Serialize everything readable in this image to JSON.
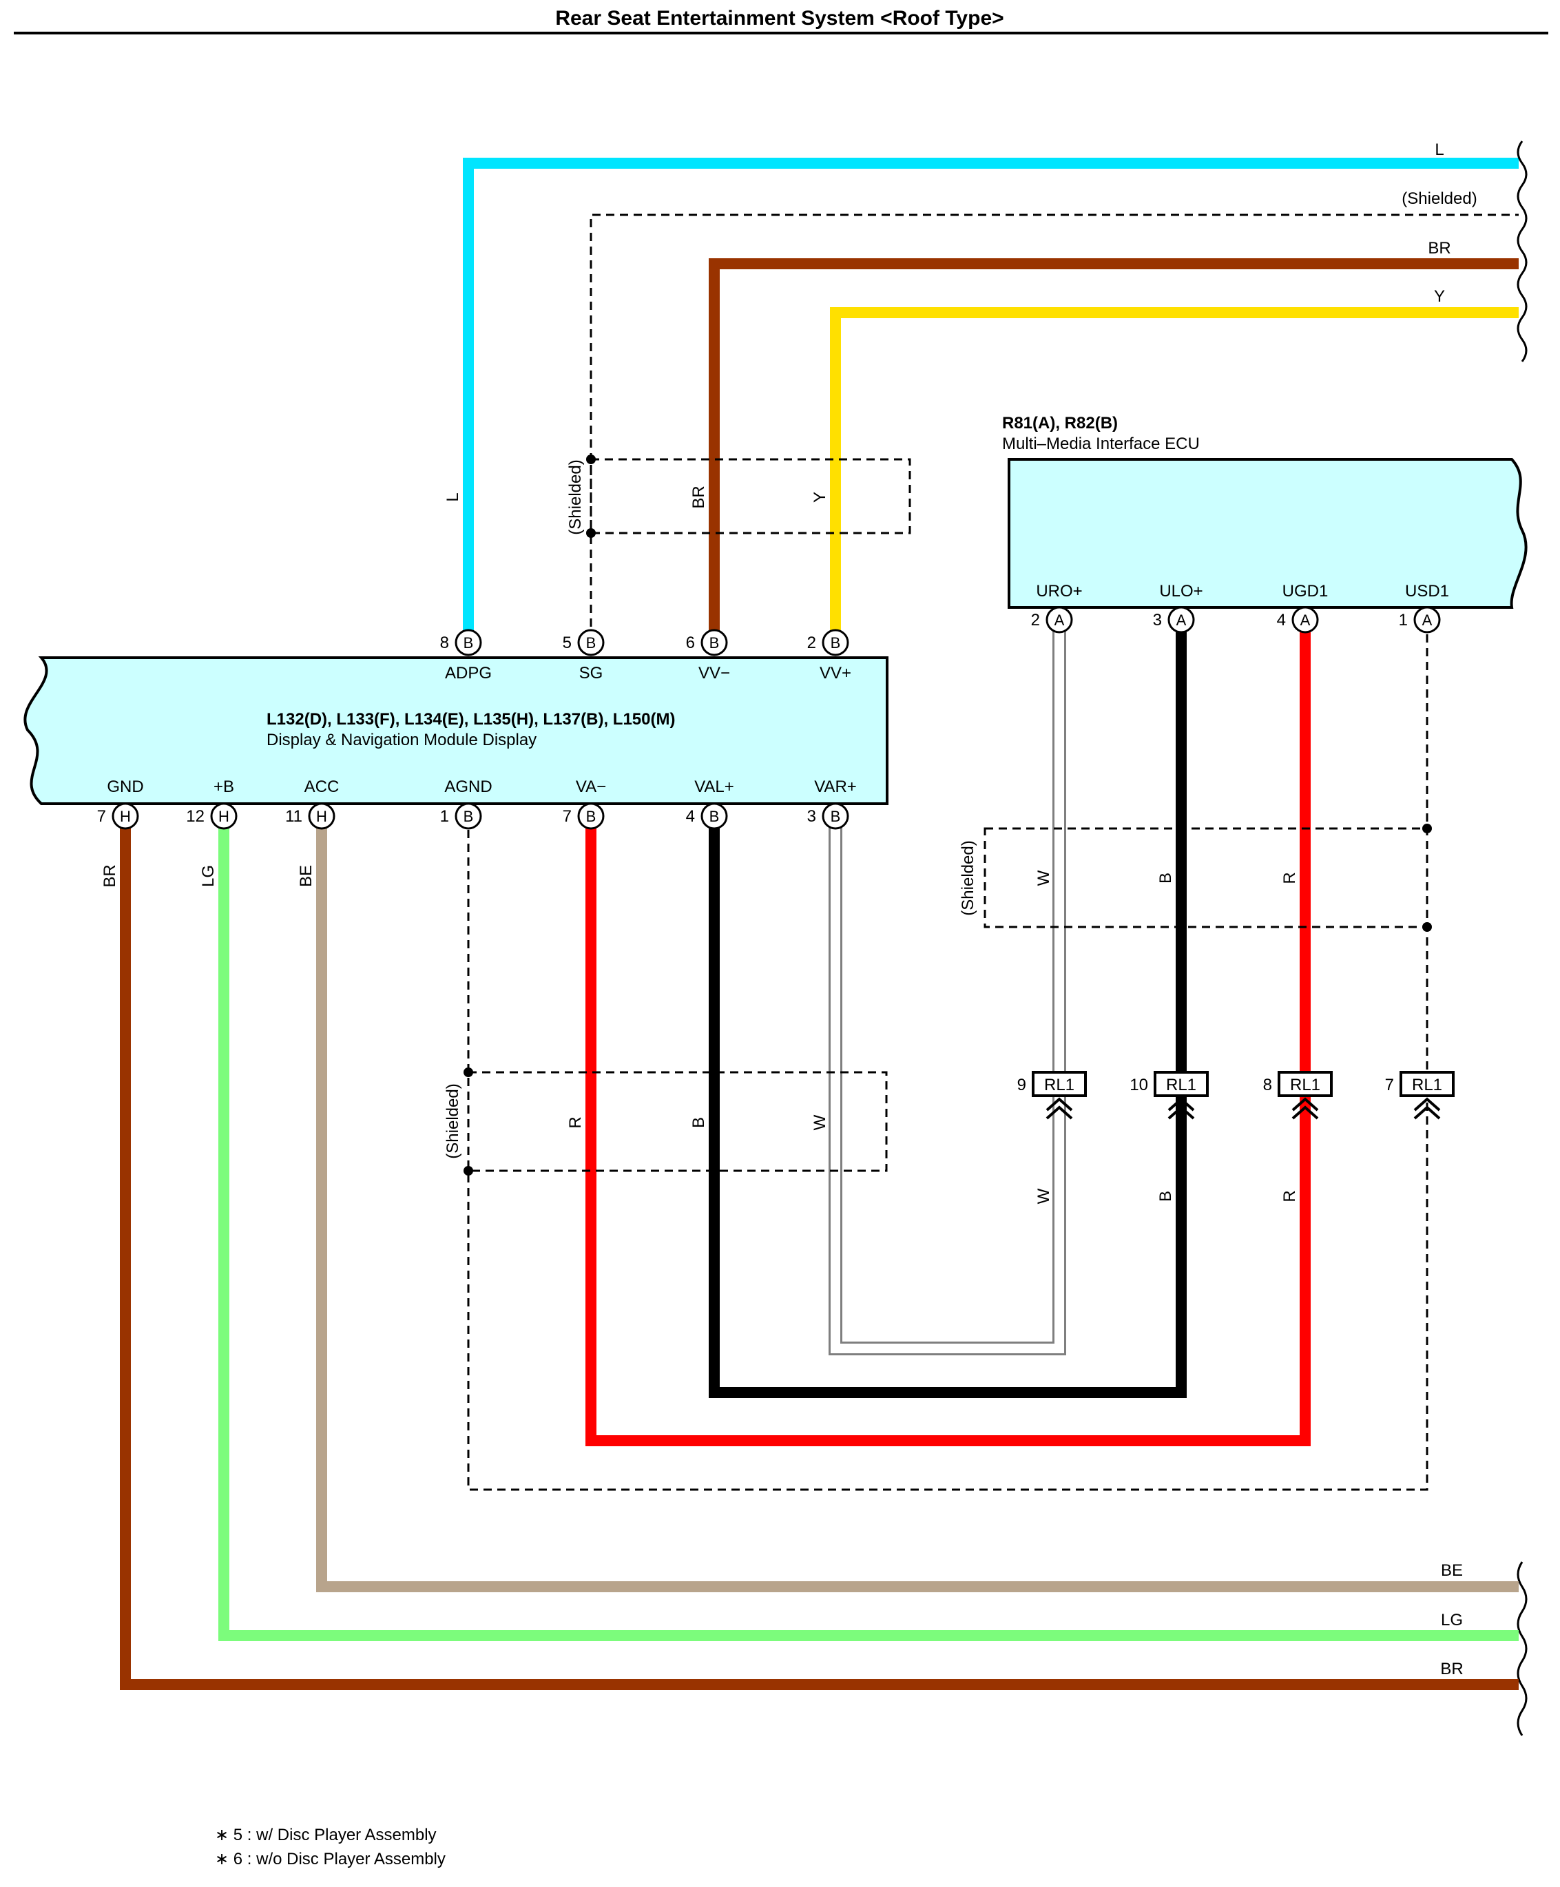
{
  "title": "Rear Seat Entertainment System <Roof Type>",
  "colors": {
    "L": "#00E5FF",
    "BR": "#993300",
    "Y": "#FFE000",
    "R": "#FF0000",
    "B": "#000000",
    "W": "#C8C8C8",
    "LG": "#7CFC7C",
    "BE": "#B8A48C",
    "module_fill": "#CCFFFF"
  },
  "wire_codes": {
    "L": "L",
    "BR": "BR",
    "Y": "Y",
    "R": "R",
    "B": "B",
    "W": "W",
    "LG": "LG",
    "BE": "BE",
    "shielded": "(Shielded)"
  },
  "display_module": {
    "part_numbers": "L132(D), L133(F), L134(E), L135(H), L137(B), L150(M)",
    "name": "Display & Navigation Module Display",
    "top_pins": [
      {
        "num": "8",
        "conn": "B",
        "label": "ADPG"
      },
      {
        "num": "5",
        "conn": "B",
        "label": "SG"
      },
      {
        "num": "6",
        "conn": "B",
        "label": "VV−"
      },
      {
        "num": "2",
        "conn": "B",
        "label": "VV+"
      }
    ],
    "bottom_pins": [
      {
        "num": "7",
        "conn": "H",
        "label": "GND"
      },
      {
        "num": "12",
        "conn": "H",
        "label": "+B"
      },
      {
        "num": "11",
        "conn": "H",
        "label": "ACC"
      },
      {
        "num": "1",
        "conn": "B",
        "label": "AGND"
      },
      {
        "num": "7",
        "conn": "B",
        "label": "VA−"
      },
      {
        "num": "4",
        "conn": "B",
        "label": "VAL+"
      },
      {
        "num": "3",
        "conn": "B",
        "label": "VAR+"
      }
    ]
  },
  "ecu": {
    "part_numbers": "R81(A), R82(B)",
    "name": "Multi–Media Interface ECU",
    "pins": [
      {
        "num": "2",
        "conn": "A",
        "label": "URO+"
      },
      {
        "num": "3",
        "conn": "A",
        "label": "ULO+"
      },
      {
        "num": "4",
        "conn": "A",
        "label": "UGD1"
      },
      {
        "num": "1",
        "conn": "A",
        "label": "USD1"
      }
    ]
  },
  "junction_connectors": [
    {
      "num": "9",
      "label": "RL1"
    },
    {
      "num": "10",
      "label": "RL1"
    },
    {
      "num": "8",
      "label": "RL1"
    },
    {
      "num": "7",
      "label": "RL1"
    }
  ],
  "notes": [
    {
      "mark": "∗ 5",
      "text": " : w/ Disc Player Assembly"
    },
    {
      "mark": "∗ 6",
      "text": " : w/o Disc Player Assembly"
    }
  ]
}
